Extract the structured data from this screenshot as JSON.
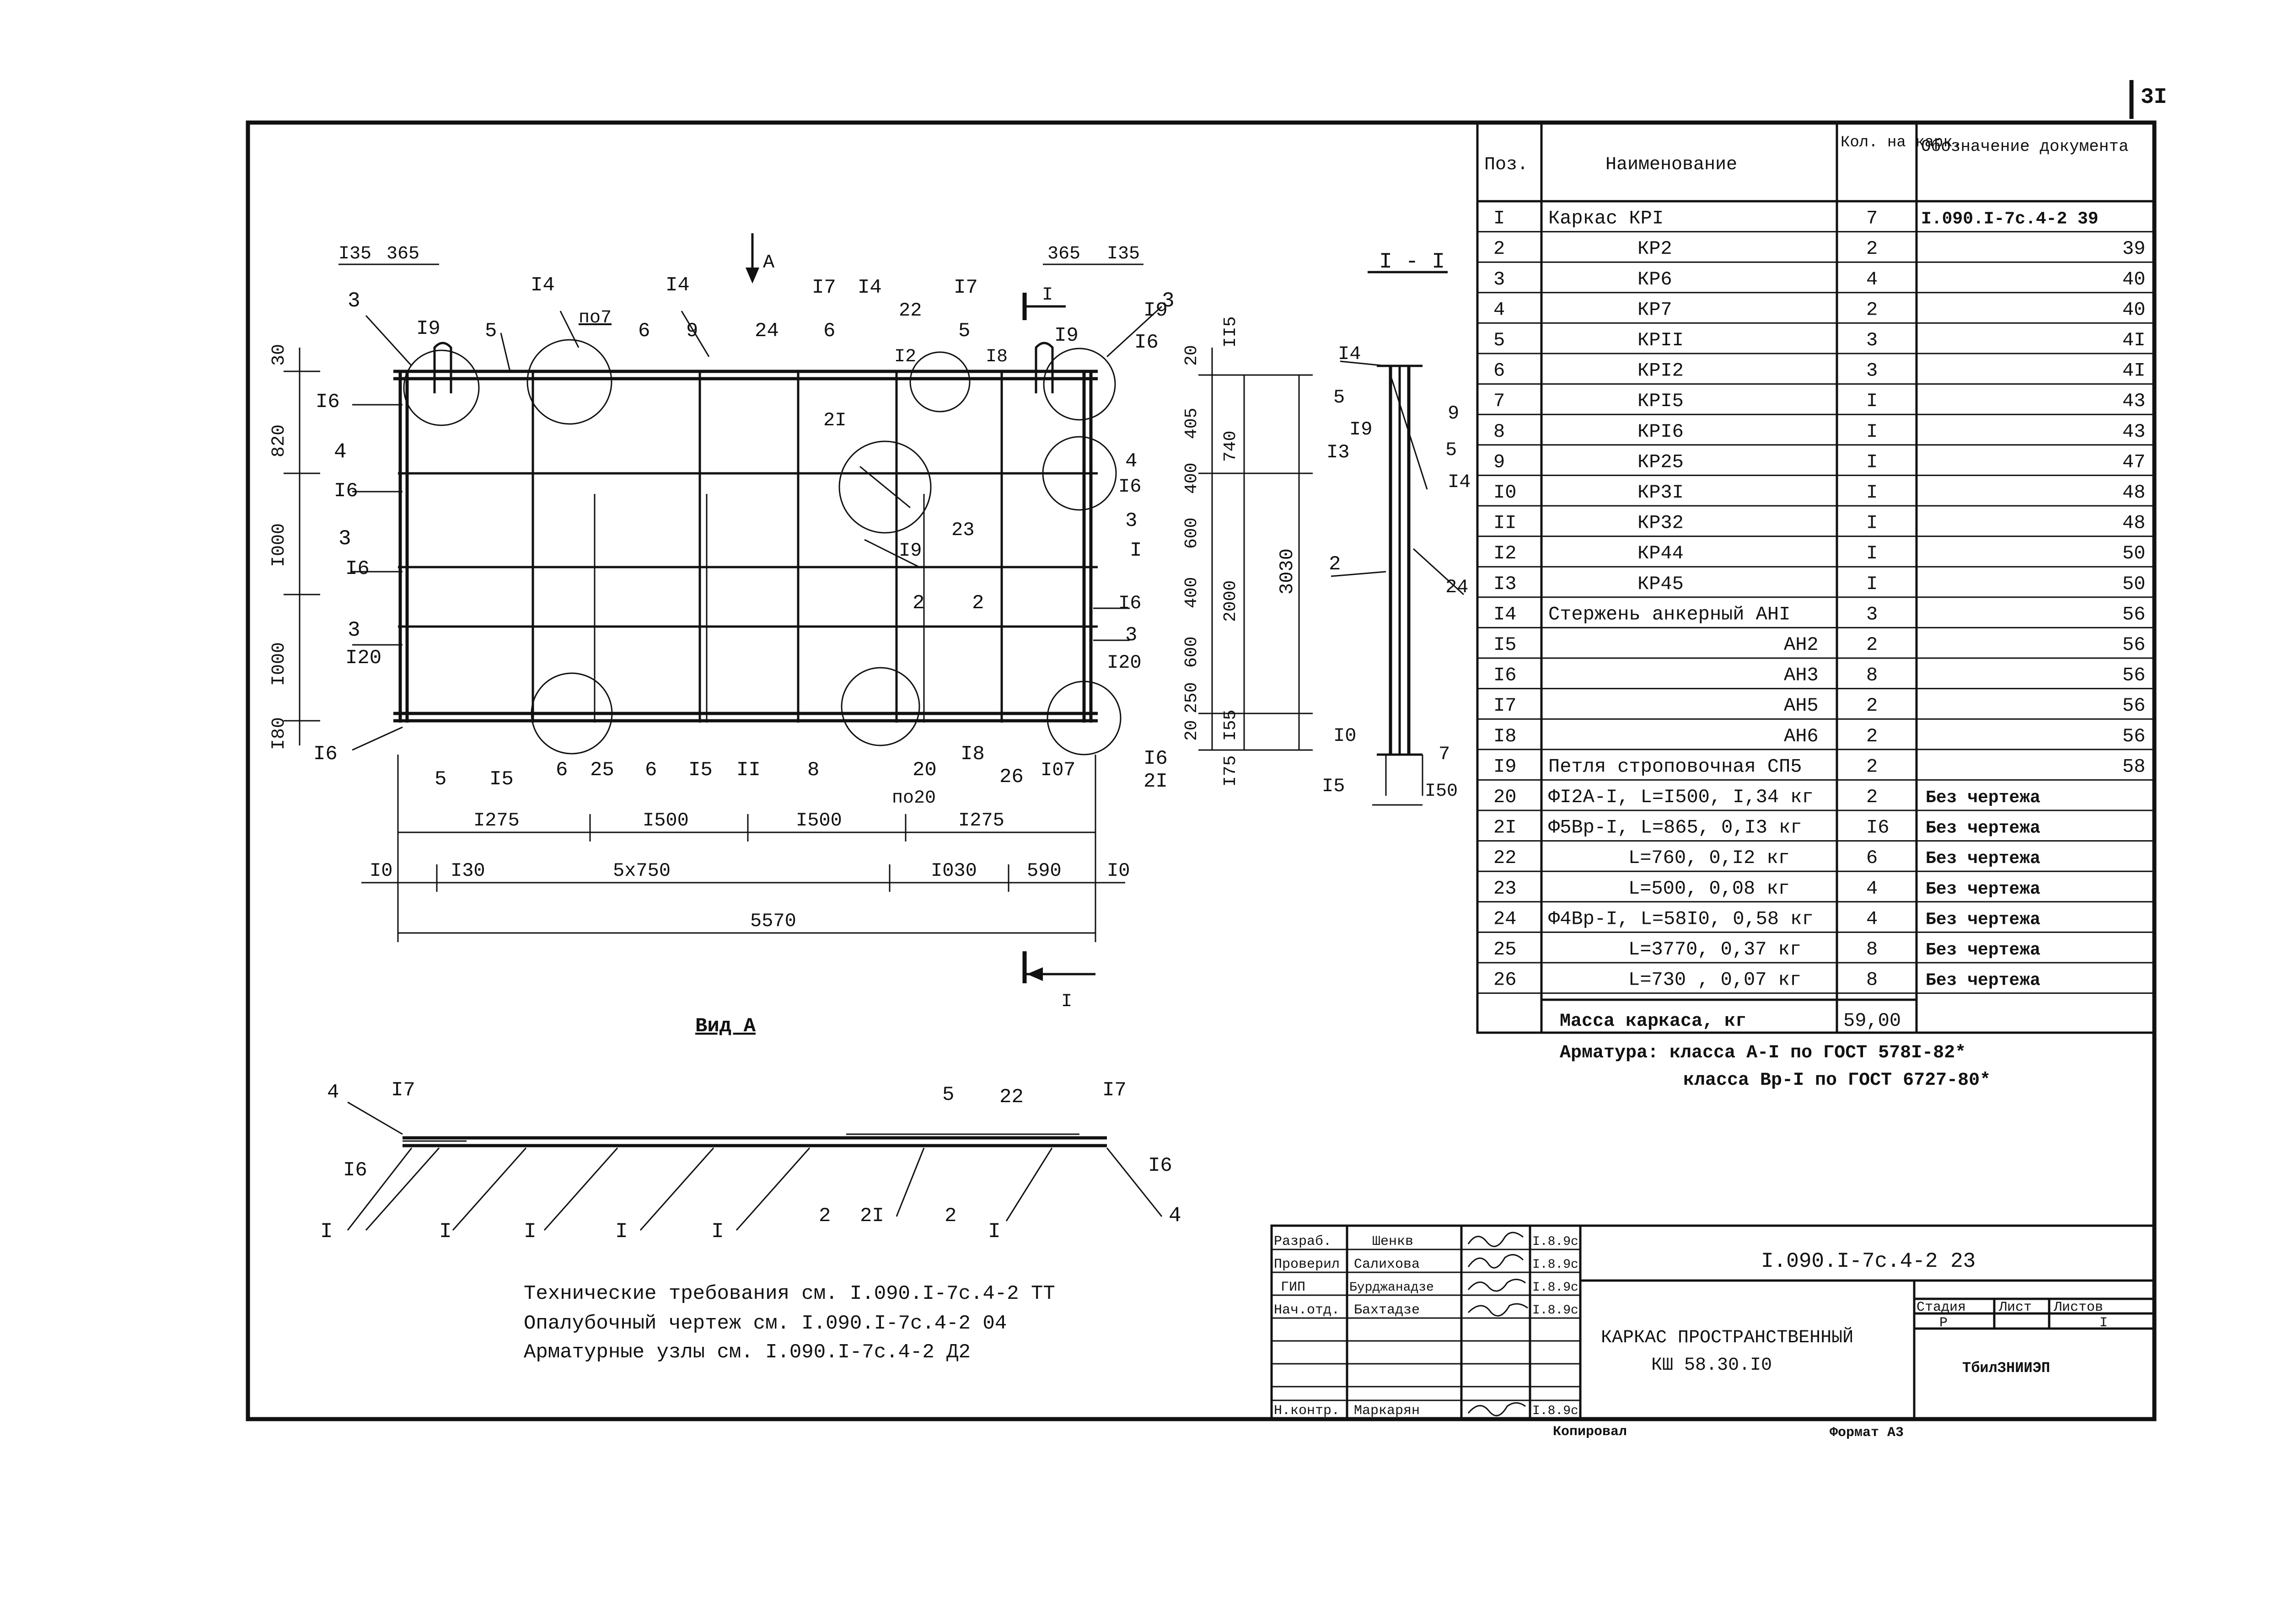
{
  "sheet_number": "3I",
  "spec_table": {
    "headers": [
      "Поз.",
      "Наименование",
      "Кол. на карк.",
      "Обозначение документа"
    ],
    "rows": [
      {
        "pos": "I",
        "name": "Каркас КРI",
        "qty": "7",
        "doc": "I.090.I-7с.4-2 39"
      },
      {
        "pos": "2",
        "name": "КР2",
        "qty": "2",
        "doc": "39"
      },
      {
        "pos": "3",
        "name": "КР6",
        "qty": "4",
        "doc": "40"
      },
      {
        "pos": "4",
        "name": "КР7",
        "qty": "2",
        "doc": "40"
      },
      {
        "pos": "5",
        "name": "КРII",
        "qty": "3",
        "doc": "4I"
      },
      {
        "pos": "6",
        "name": "КРI2",
        "qty": "3",
        "doc": "4I"
      },
      {
        "pos": "7",
        "name": "КРI5",
        "qty": "I",
        "doc": "43"
      },
      {
        "pos": "8",
        "name": "КРI6",
        "qty": "I",
        "doc": "43"
      },
      {
        "pos": "9",
        "name": "КР25",
        "qty": "I",
        "doc": "47"
      },
      {
        "pos": "I0",
        "name": "КР3I",
        "qty": "I",
        "doc": "48"
      },
      {
        "pos": "II",
        "name": "КР32",
        "qty": "I",
        "doc": "48"
      },
      {
        "pos": "I2",
        "name": "КР44",
        "qty": "I",
        "doc": "50"
      },
      {
        "pos": "I3",
        "name": "КР45",
        "qty": "I",
        "doc": "50"
      },
      {
        "pos": "I4",
        "name": "Стержень анкерный  АНI",
        "qty": "3",
        "doc": "56"
      },
      {
        "pos": "I5",
        "name": "АН2",
        "qty": "2",
        "doc": "56"
      },
      {
        "pos": "I6",
        "name": "АН3",
        "qty": "8",
        "doc": "56"
      },
      {
        "pos": "I7",
        "name": "АН5",
        "qty": "2",
        "doc": "56"
      },
      {
        "pos": "I8",
        "name": "АН6",
        "qty": "2",
        "doc": "56"
      },
      {
        "pos": "I9",
        "name": "Петля строповочная СП5",
        "qty": "2",
        "doc": "58"
      },
      {
        "pos": "20",
        "name": "ФI2А-I, L=I500, I,34 кг",
        "qty": "2",
        "doc": "Без чертежа"
      },
      {
        "pos": "2I",
        "name": "Ф5Вр-I, L=865, 0,I3 кг",
        "qty": "I6",
        "doc": "Без чертежа"
      },
      {
        "pos": "22",
        "name": "L=760, 0,I2 кг",
        "qty": "6",
        "doc": "Без чертежа"
      },
      {
        "pos": "23",
        "name": "L=500, 0,08 кг",
        "qty": "4",
        "doc": "Без чертежа"
      },
      {
        "pos": "24",
        "name": "Ф4Вр-I, L=58I0, 0,58 кг",
        "qty": "4",
        "doc": "Без чертежа"
      },
      {
        "pos": "25",
        "name": "L=3770, 0,37 кг",
        "qty": "8",
        "doc": "Без чертежа"
      },
      {
        "pos": "26",
        "name": "L=730 , 0,07 кг",
        "qty": "8",
        "doc": "Без чертежа"
      }
    ],
    "mass_label": "Масса каркаса, кг",
    "mass_value": "59,00"
  },
  "armature_notes": [
    "Арматура: класса А-I по ГОСТ 578I-82*",
    "класса Вр-I по ГОСТ 6727-80*"
  ],
  "plan": {
    "section_label": "I - I",
    "view_arrow_label": "А",
    "cut_label": "I",
    "bottom_dims_1": [
      "I275",
      "I500",
      "I500",
      "I275"
    ],
    "bottom_dims_2": [
      "I0",
      "I30",
      "5x750",
      "I030",
      "590",
      "I0"
    ],
    "overall_length": "5570",
    "top_dims": [
      "I35",
      "365",
      "365",
      "I35"
    ],
    "left_dims": [
      "30",
      "820",
      "I000",
      "I000",
      "I80"
    ],
    "right_dims": [
      "20",
      "405",
      "400",
      "600",
      "400",
      "600",
      "250",
      "20",
      "I55"
    ],
    "right_dims_2": [
      "II5",
      "740",
      "2000",
      "I75"
    ],
    "right_total": "3030",
    "pos_labels_top": [
      "3",
      "I9",
      "5",
      "I4",
      "по7",
      "6",
      "9",
      "I4",
      "24",
      "I7",
      "I4",
      "22",
      "6",
      "I7",
      "I2",
      "5",
      "I8",
      "I",
      "365",
      "I9",
      "3",
      "I6"
    ],
    "pos_labels_bottom": [
      "5",
      "I5",
      "6",
      "25",
      "6",
      "I5",
      "II",
      "8",
      "20",
      "по20",
      "I8",
      "26",
      "I0",
      "7",
      "I6",
      "2I"
    ],
    "pos_labels_left": [
      "I6",
      "4",
      "I6",
      "3",
      "I6",
      "3",
      "I20",
      "I6"
    ],
    "pos_labels_inner": [
      "2I",
      "23",
      "I9",
      "2",
      "2",
      "4",
      "I6",
      "3",
      "I",
      "I6",
      "3",
      "I20"
    ]
  },
  "section": {
    "labels": [
      "I4",
      "5",
      "I9",
      "I3",
      "2",
      "I0",
      "I5",
      "9",
      "5",
      "I4",
      "24",
      "7",
      "I50"
    ]
  },
  "view_a": {
    "title": "Вид А",
    "labels": [
      "4",
      "I7",
      "I6",
      "I",
      "I",
      "I",
      "I",
      "I",
      "5",
      "22",
      "I7",
      "2",
      "2I",
      "2",
      "I",
      "I6",
      "4"
    ]
  },
  "notes": [
    "Технические требования см. I.090.I-7с.4-2 ТТ",
    "Опалубочный чертеж см. I.090.I-7с.4-2 04",
    "Арматурные узлы см. I.090.I-7с.4-2 Д2"
  ],
  "title_block": {
    "roles": [
      {
        "role": "Разраб.",
        "name": "Шенкв",
        "date": "I.8.9с"
      },
      {
        "role": "Проверил",
        "name": "Салихова",
        "date": "I.8.9с"
      },
      {
        "role": "ГИП",
        "name": "Бурджанадзе",
        "date": "I.8.9с"
      },
      {
        "role": "Нач.отд.",
        "name": "Бахтадзе",
        "date": "I.8.9с"
      },
      {
        "role": "Н.контр.",
        "name": "Маркарян",
        "date": "I.8.9с"
      }
    ],
    "doc_code": "I.090.I-7с.4-2 23",
    "title_line1": "КАРКАС ПРОСТРАНСТВЕННЫЙ",
    "title_line2": "КШ 58.30.I0",
    "stage_label": "Стадия",
    "sheet_label": "Лист",
    "sheets_label": "Листов",
    "stage_value": "Р",
    "sheets_value": "I",
    "org": "ТбилЗНИИЭП",
    "copied": "Копировал",
    "format": "Формат А3"
  }
}
